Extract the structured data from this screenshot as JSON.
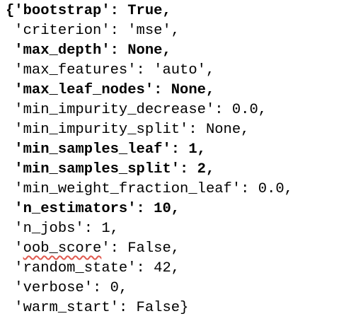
{
  "editor": {
    "lines": [
      {
        "key": "bootstrap",
        "value": "True",
        "bold": true,
        "prefix": "{'",
        "suffix": ","
      },
      {
        "key": "criterion",
        "value": "'mse'",
        "bold": false,
        "prefix": " '",
        "suffix": ","
      },
      {
        "key": "max_depth",
        "value": "None",
        "bold": true,
        "prefix": " '",
        "suffix": ","
      },
      {
        "key": "max_features",
        "value": "'auto'",
        "bold": false,
        "prefix": " '",
        "suffix": ","
      },
      {
        "key": "max_leaf_nodes",
        "value": "None",
        "bold": true,
        "prefix": " '",
        "suffix": ","
      },
      {
        "key": "min_impurity_decrease",
        "value": "0.0",
        "bold": false,
        "prefix": " '",
        "suffix": ","
      },
      {
        "key": "min_impurity_split",
        "value": "None",
        "bold": false,
        "prefix": " '",
        "suffix": ","
      },
      {
        "key": "min_samples_leaf",
        "value": "1",
        "bold": true,
        "prefix": " '",
        "suffix": ","
      },
      {
        "key": "min_samples_split",
        "value": "2",
        "bold": true,
        "prefix": " '",
        "suffix": ","
      },
      {
        "key": "min_weight_fraction_leaf",
        "value": "0.0",
        "bold": false,
        "prefix": " '",
        "suffix": ","
      },
      {
        "key": "n_estimators",
        "value": "10",
        "bold": true,
        "prefix": " '",
        "suffix": ","
      },
      {
        "key": "n_jobs",
        "value": "1",
        "bold": false,
        "prefix": " '",
        "suffix": ","
      },
      {
        "key": "oob_score",
        "value": "False",
        "bold": false,
        "prefix": " '",
        "suffix": ",",
        "spellcheck": true
      },
      {
        "key": "random_state",
        "value": "42",
        "bold": false,
        "prefix": " '",
        "suffix": ","
      },
      {
        "key": "verbose",
        "value": "0",
        "bold": false,
        "prefix": " '",
        "suffix": ","
      },
      {
        "key": "warm_start",
        "value": "False",
        "bold": false,
        "prefix": " '",
        "suffix": "}"
      }
    ],
    "colors": {
      "text": "#000000",
      "background": "#ffffff",
      "spellcheck_underline": "#e0594f"
    }
  }
}
